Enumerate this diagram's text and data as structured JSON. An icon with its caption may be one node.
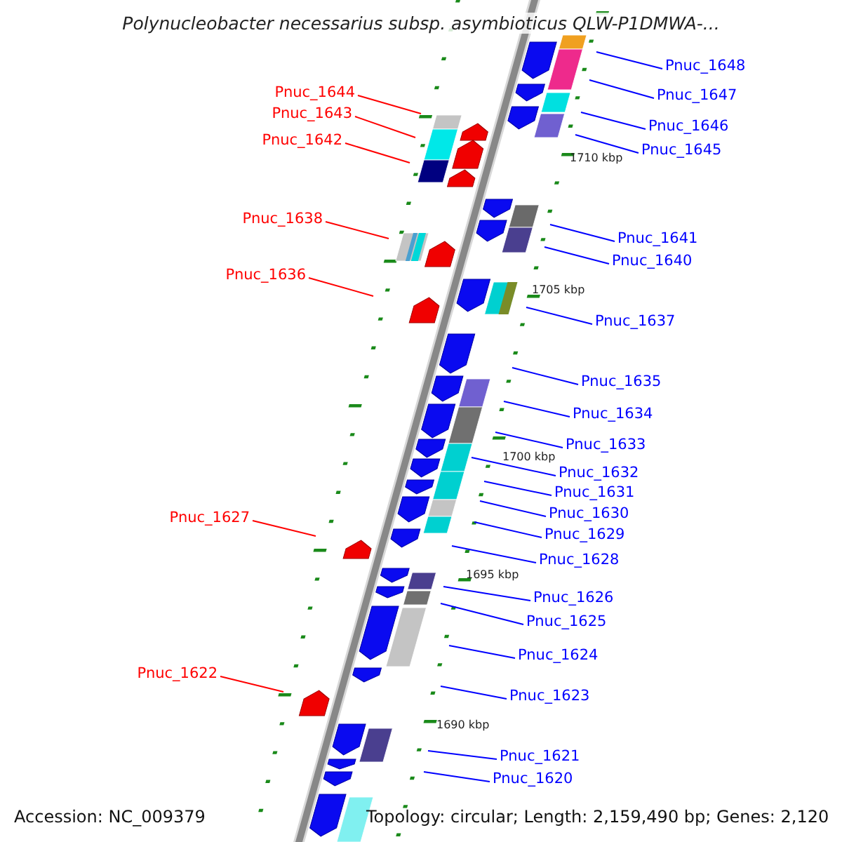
{
  "diagram": {
    "title": "Polynucleobacter necessarius subsp. asymbioticus QLW-P1DMWA-...",
    "nodes": [
      {
        "text": [
          "Pnuc_1648"
        ]
      },
      {
        "text": [
          "Pnuc_1644"
        ]
      },
      {
        "text": [
          "Pnuc_1647"
        ]
      },
      {
        "text": [
          "Pnuc_1643"
        ]
      },
      {
        "text": [
          "Pnuc_1646"
        ]
      },
      {
        "text": [
          "Pnuc_1642"
        ]
      },
      {
        "text": [
          "Pnuc_1645"
        ]
      },
      {
        "text": [
          "Pnuc_1638"
        ]
      },
      {
        "text": [
          "Pnuc_1641"
        ]
      },
      {
        "text": [
          "Pnuc_1640"
        ]
      },
      {
        "text": [
          "Pnuc_1636"
        ]
      },
      {
        "text": [
          "Pnuc_1637"
        ]
      },
      {
        "text": [
          "Pnuc_1635"
        ]
      },
      {
        "text": [
          "Pnuc_1634"
        ]
      },
      {
        "text": [
          "Pnuc_1633"
        ]
      },
      {
        "text": [
          "Pnuc_1632"
        ]
      },
      {
        "text": [
          "Pnuc_1631"
        ]
      },
      {
        "text": [
          "Pnuc_1630"
        ]
      },
      {
        "text": [
          "Pnuc_1627"
        ]
      },
      {
        "text": [
          "Pnuc_1629"
        ]
      },
      {
        "text": [
          "Pnuc_1628"
        ]
      },
      {
        "text": [
          "Pnuc_1626"
        ]
      },
      {
        "text": [
          "Pnuc_1625"
        ]
      },
      {
        "text": [
          "Pnuc_1624"
        ]
      },
      {
        "text": [
          "Pnuc_1622"
        ]
      },
      {
        "text": [
          "Pnuc_1623"
        ]
      },
      {
        "text": [
          "Pnuc_1621"
        ]
      },
      {
        "text": [
          "Pnuc_1620"
        ]
      }
    ],
    "edges": [
      {
        "from": 0,
        "to": null,
        "arrow": "none"
      },
      {
        "from": 1,
        "to": null,
        "arrow": "none",
        "color": "#ff0000"
      },
      {
        "from": 2,
        "to": null,
        "arrow": "none"
      },
      {
        "from": 3,
        "to": null,
        "arrow": "none",
        "color": "#ff0000"
      },
      {
        "from": 4,
        "to": null,
        "arrow": "none"
      },
      {
        "from": 5,
        "to": null,
        "arrow": "none",
        "color": "#ff0000"
      },
      {
        "from": 6,
        "to": null,
        "arrow": "none"
      },
      {
        "from": 7,
        "to": null,
        "arrow": "none",
        "color": "#ff0000"
      },
      {
        "from": 8,
        "to": null,
        "arrow": "none"
      },
      {
        "from": 9,
        "to": null,
        "arrow": "none"
      },
      {
        "from": 10,
        "to": null,
        "arrow": "none",
        "color": "#ff0000"
      },
      {
        "from": 11,
        "to": null,
        "arrow": "none"
      },
      {
        "from": 12,
        "to": null,
        "arrow": "none"
      },
      {
        "from": 13,
        "to": null,
        "arrow": "none"
      },
      {
        "from": 14,
        "to": null,
        "arrow": "none"
      },
      {
        "from": 15,
        "to": null,
        "arrow": "none"
      },
      {
        "from": 16,
        "to": null,
        "arrow": "none"
      },
      {
        "from": 17,
        "to": null,
        "arrow": "none"
      },
      {
        "from": 18,
        "to": null,
        "arrow": "none",
        "color": "#ff0000"
      },
      {
        "from": 19,
        "to": null,
        "arrow": "none"
      },
      {
        "from": 20,
        "to": null,
        "arrow": "none"
      },
      {
        "from": 21,
        "to": null,
        "arrow": "none"
      },
      {
        "from": 22,
        "to": null,
        "arrow": "none"
      },
      {
        "from": 23,
        "to": null,
        "arrow": "none"
      },
      {
        "from": 24,
        "to": null,
        "arrow": "none",
        "color": "#ff0000"
      },
      {
        "from": 25,
        "to": null,
        "arrow": "none"
      },
      {
        "from": 26,
        "to": null,
        "arrow": "none"
      },
      {
        "from": 27,
        "to": null,
        "arrow": "none"
      }
    ],
    "labels": [
      "1710 kbp",
      "1705 kbp",
      "1700 kbp",
      "1695 kbp",
      "1690 kbp",
      "Accession: NC_009379",
      "Topology: circular; Length: 2,159,490 bp; Genes: 2,120"
    ]
  }
}
